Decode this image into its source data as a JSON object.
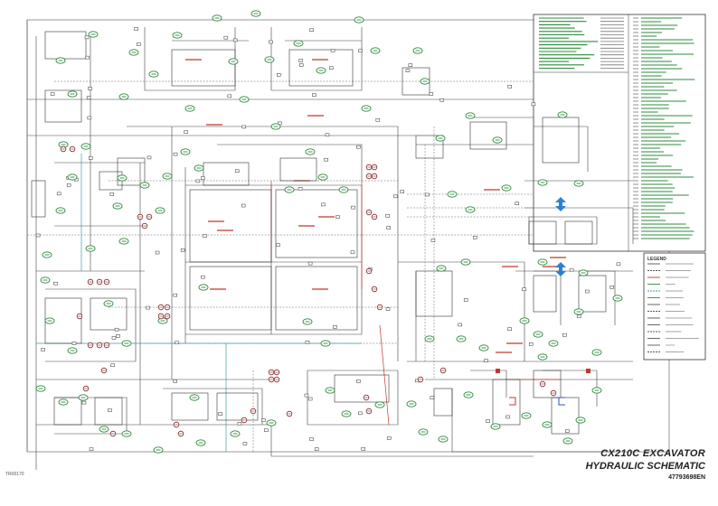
{
  "title": {
    "line1": "CX210C  EXCAVATOR",
    "line2": "HYDRAULIC SCHEMATIC",
    "part_number": "47793698EN"
  },
  "drawing_ref": "TR00170",
  "legend": {
    "heading": "LEGEND"
  },
  "colors": {
    "line": "#333333",
    "red": "#c0392b",
    "green": "#2e8b3d",
    "teal": "#3a9ea5",
    "blue": "#2f7fd0",
    "badge": "#2e8b3d"
  }
}
